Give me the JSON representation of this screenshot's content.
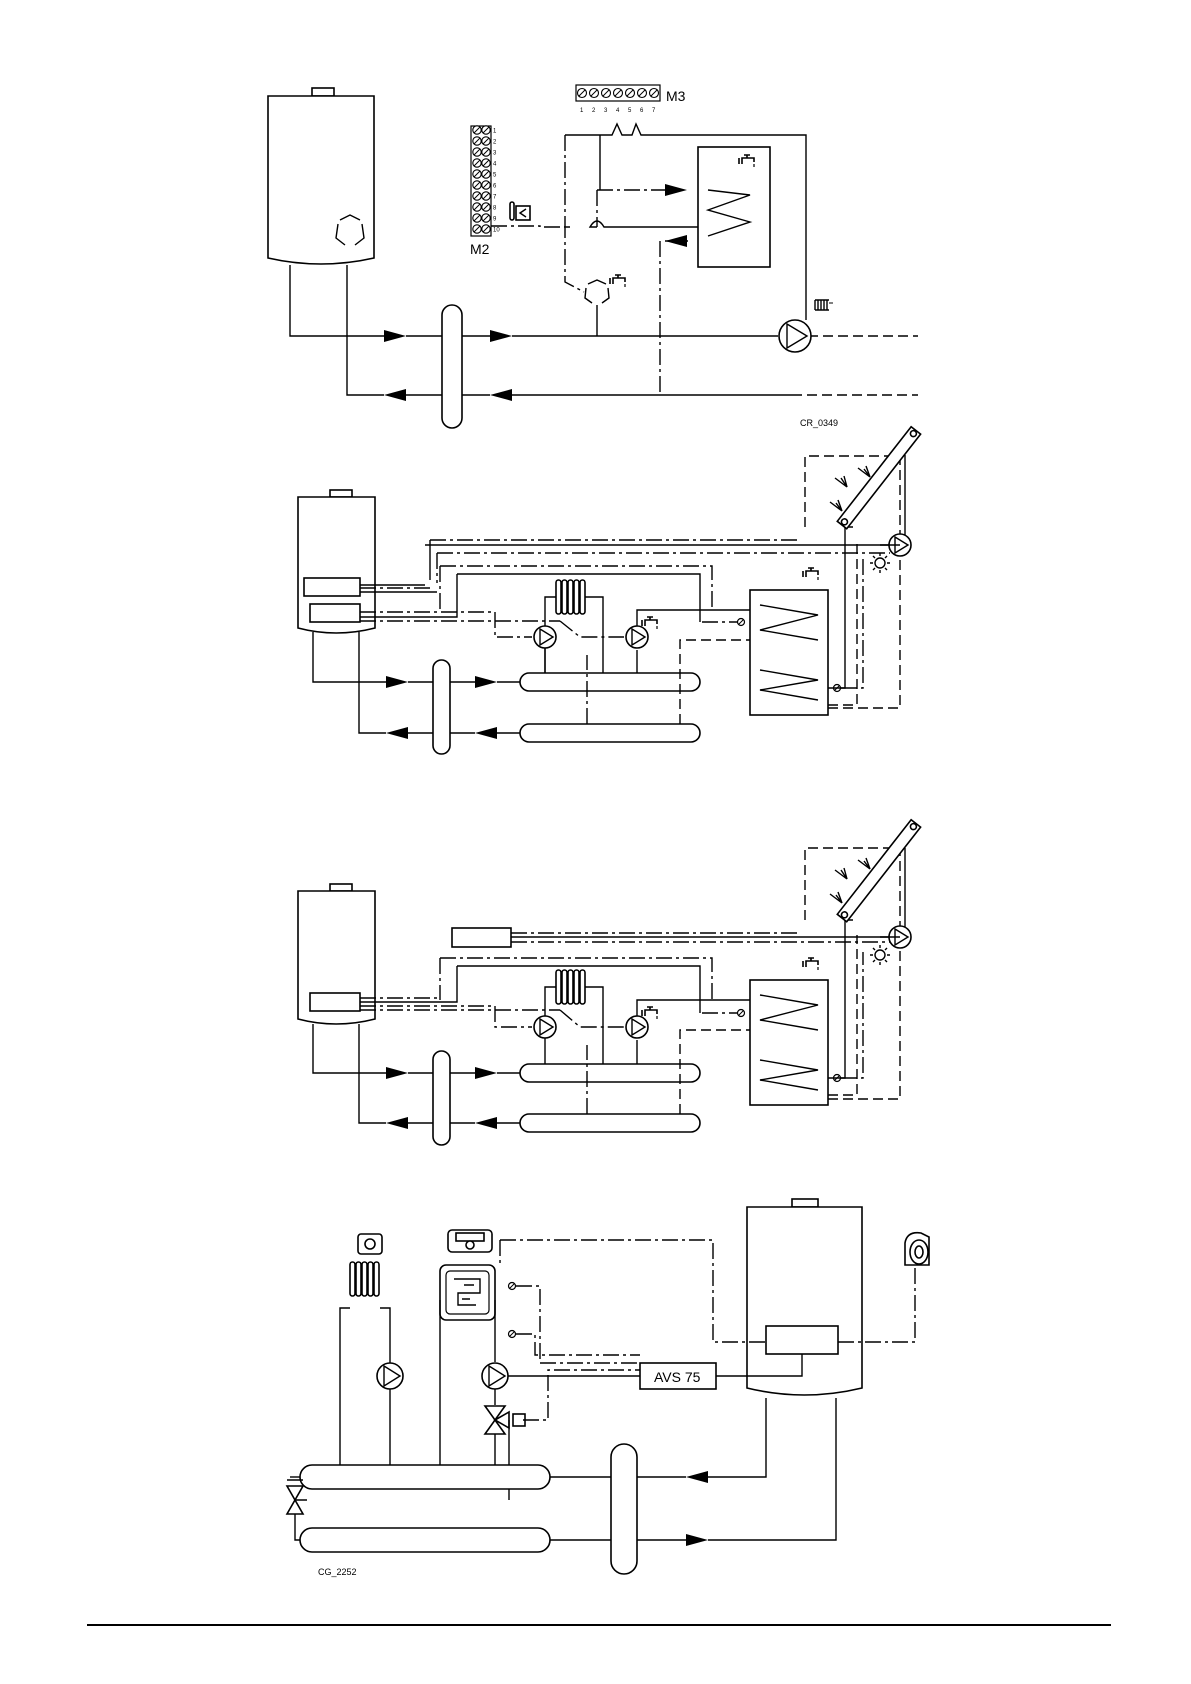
{
  "diagram1": {
    "terminal_top_label": "M3",
    "terminal_side_label": "M2",
    "terminal_top_numbers": [
      "1",
      "2",
      "3",
      "4",
      "5",
      "6",
      "7"
    ],
    "terminal_side_numbers": [
      "1",
      "2",
      "3",
      "4",
      "5",
      "6",
      "7",
      "8",
      "9",
      "10"
    ],
    "code": "CR_0349"
  },
  "diagram4": {
    "controller_label": "AVS 75",
    "code": "CG_2252"
  },
  "icons": [
    "boiler-icon",
    "pump-icon",
    "tap-icon",
    "radiator-icon",
    "solar-collector-icon",
    "sun-icon",
    "sensor-icon",
    "room-unit-icon",
    "outdoor-sensor-icon",
    "thermostat-icon",
    "mixing-valve-icon",
    "safety-valve-icon",
    "floor-heating-icon",
    "hydraulic-separator-icon"
  ]
}
